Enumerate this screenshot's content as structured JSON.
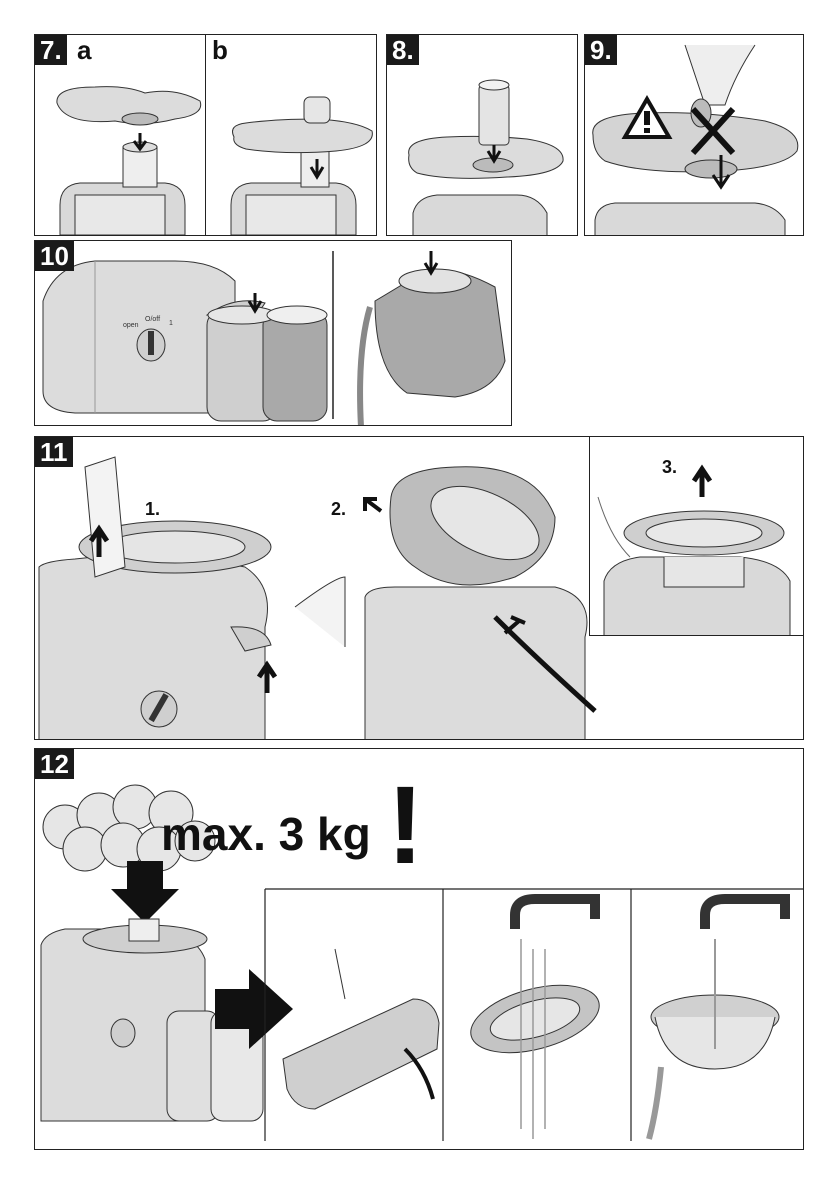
{
  "figures": {
    "fig7": {
      "number": "7.",
      "part_a": "a",
      "part_b": "b"
    },
    "fig8": {
      "number": "8."
    },
    "fig9": {
      "number": "9."
    },
    "fig10": {
      "number": "10",
      "dial_label_open": "open",
      "dial_label_onoff": "O/off",
      "dial_label_one": "1"
    },
    "fig11": {
      "number": "11",
      "step1": "1.",
      "step2": "2.",
      "step3": "3."
    },
    "fig12": {
      "number": "12",
      "max_text": "max. 3 kg",
      "exclamation": "!"
    }
  },
  "colors": {
    "ink": "#1a1a1a",
    "body_grey": "#d9d9d9",
    "mid_grey": "#b3b3b3",
    "dark_grey": "#7a7a7a"
  }
}
